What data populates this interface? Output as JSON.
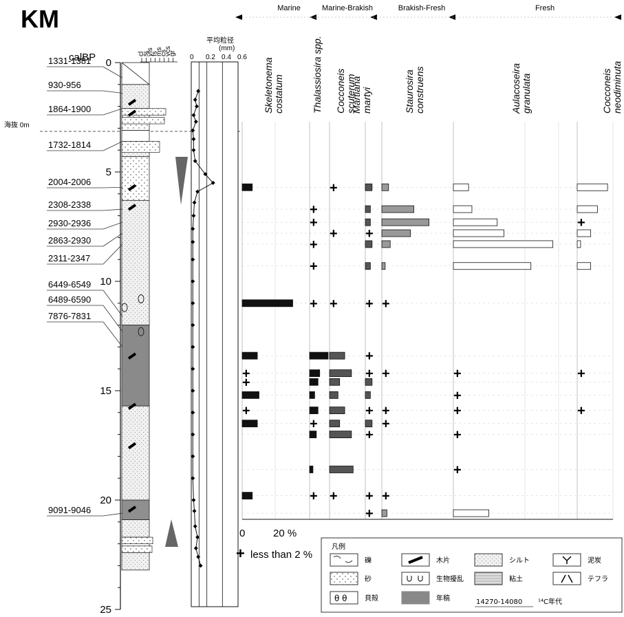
{
  "figure": {
    "title": "KM",
    "depth_label": "calBP",
    "sea_level_label": "海抜 0m",
    "grain_title": "平均粒径",
    "grain_unit": "(mm)",
    "grain_ticks": [
      "0",
      "0.2",
      "0.4",
      "0.6"
    ],
    "grain_classes": [
      "cl",
      "si",
      "vfs",
      "fs",
      "ms",
      "cs",
      "vcs",
      "gr"
    ],
    "scale_ticks": [
      "0",
      "20 %"
    ],
    "trace_note": "less than 2 %",
    "trace_symbol": "+"
  },
  "groups": [
    {
      "name": "Marine",
      "from": 0,
      "to": 2
    },
    {
      "name": "Marine-Brakish",
      "from": 2,
      "to": 4
    },
    {
      "name": "Brakish-Fresh",
      "from": 5,
      "to": 6
    },
    {
      "name": "Fresh",
      "from": 6,
      "to": 8
    }
  ],
  "age_labels": [
    {
      "text": "1331-1381",
      "depth": 0.7
    },
    {
      "text": "930-956",
      "depth": 1.4
    },
    {
      "text": "1864-1900",
      "depth": 2.1
    },
    {
      "text": "1732-1814",
      "depth": 3.6
    },
    {
      "text": "2004-2006",
      "depth": 5.7
    },
    {
      "text": "2308-2338",
      "depth": 6.7
    },
    {
      "text": "2930-2936",
      "depth": 7.3
    },
    {
      "text": "2863-2930",
      "depth": 7.8
    },
    {
      "text": "2311-2347",
      "depth": 8.3
    },
    {
      "text": "6449-6549",
      "depth": 11.6
    },
    {
      "text": "6489-6590",
      "depth": 12.3
    },
    {
      "text": "7876-7831",
      "depth": 13.0
    },
    {
      "text": "9091-9046",
      "depth": 20.6
    }
  ],
  "legend": {
    "title": "凡例",
    "items": [
      {
        "key": "gravel",
        "label": "礫"
      },
      {
        "key": "wood",
        "label": "木片"
      },
      {
        "key": "silt",
        "label": "シルト"
      },
      {
        "key": "peat",
        "label": "泥炭"
      },
      {
        "key": "sand",
        "label": "砂"
      },
      {
        "key": "bioturbation",
        "label": "生物擾乱"
      },
      {
        "key": "clay",
        "label": "粘土"
      },
      {
        "key": "tephra",
        "label": "テフラ"
      },
      {
        "key": "shell",
        "label": "貝殻"
      },
      {
        "key": "varve",
        "label": "年稿"
      }
    ],
    "c14_example": "14270-14080",
    "c14_label": "¹⁴C年代"
  },
  "chart_data": {
    "type": "bar",
    "orientation": "horizontal",
    "y_axis": {
      "label": "calBP",
      "ticks": [
        0,
        5,
        10,
        15,
        20,
        25
      ],
      "range": [
        0,
        25
      ],
      "inverted": true
    },
    "x_unit": "%",
    "scale_bar": 20,
    "depths": [
      5.7,
      6.7,
      7.3,
      7.8,
      8.3,
      9.3,
      11.0,
      13.4,
      14.2,
      14.6,
      15.2,
      15.9,
      16.5,
      17.0,
      18.6,
      19.8,
      20.6
    ],
    "series": [
      {
        "name": "Skeletonema costatum",
        "fill": "black",
        "values": [
          6,
          null,
          null,
          null,
          null,
          null,
          30,
          9,
          "+",
          "+",
          10,
          "+",
          9,
          null,
          null,
          6,
          null
        ]
      },
      {
        "name": "Thalassiosira spp.",
        "fill": "black",
        "values": [
          null,
          "+",
          "+",
          null,
          "+",
          "+",
          "+",
          11,
          6,
          5,
          3,
          5,
          "+",
          4,
          2,
          "+",
          null
        ]
      },
      {
        "name": "Cocconeis scuterum",
        "fill": "dark",
        "values": [
          "+",
          null,
          null,
          "+",
          null,
          null,
          "+",
          9,
          13,
          6,
          5,
          9,
          6,
          13,
          14,
          "+",
          null
        ]
      },
      {
        "name": "Martiana martyi",
        "fill": "dark",
        "values": [
          4,
          3,
          3,
          "+",
          4,
          3,
          "+",
          "+",
          "+",
          4,
          3,
          "+",
          4,
          "+",
          null,
          "+",
          "+"
        ]
      },
      {
        "name": "Staurosira construens",
        "fill": "gray",
        "values": [
          4,
          19,
          28,
          17,
          5,
          2,
          "+",
          null,
          "+",
          null,
          null,
          "+",
          "+",
          null,
          null,
          "+",
          3
        ]
      },
      {
        "name": "Aulacoseira granulata",
        "fill": "white",
        "values": [
          9,
          11,
          26,
          30,
          59,
          46,
          null,
          null,
          "+",
          null,
          "+",
          "+",
          null,
          "+",
          "+",
          null,
          21
        ]
      },
      {
        "name": "Cocconeis neodiminuta",
        "fill": "white",
        "values": [
          18,
          12,
          "+",
          8,
          2,
          8,
          null,
          null,
          "+",
          null,
          null,
          "+",
          null,
          null,
          null,
          null,
          null
        ]
      }
    ]
  }
}
